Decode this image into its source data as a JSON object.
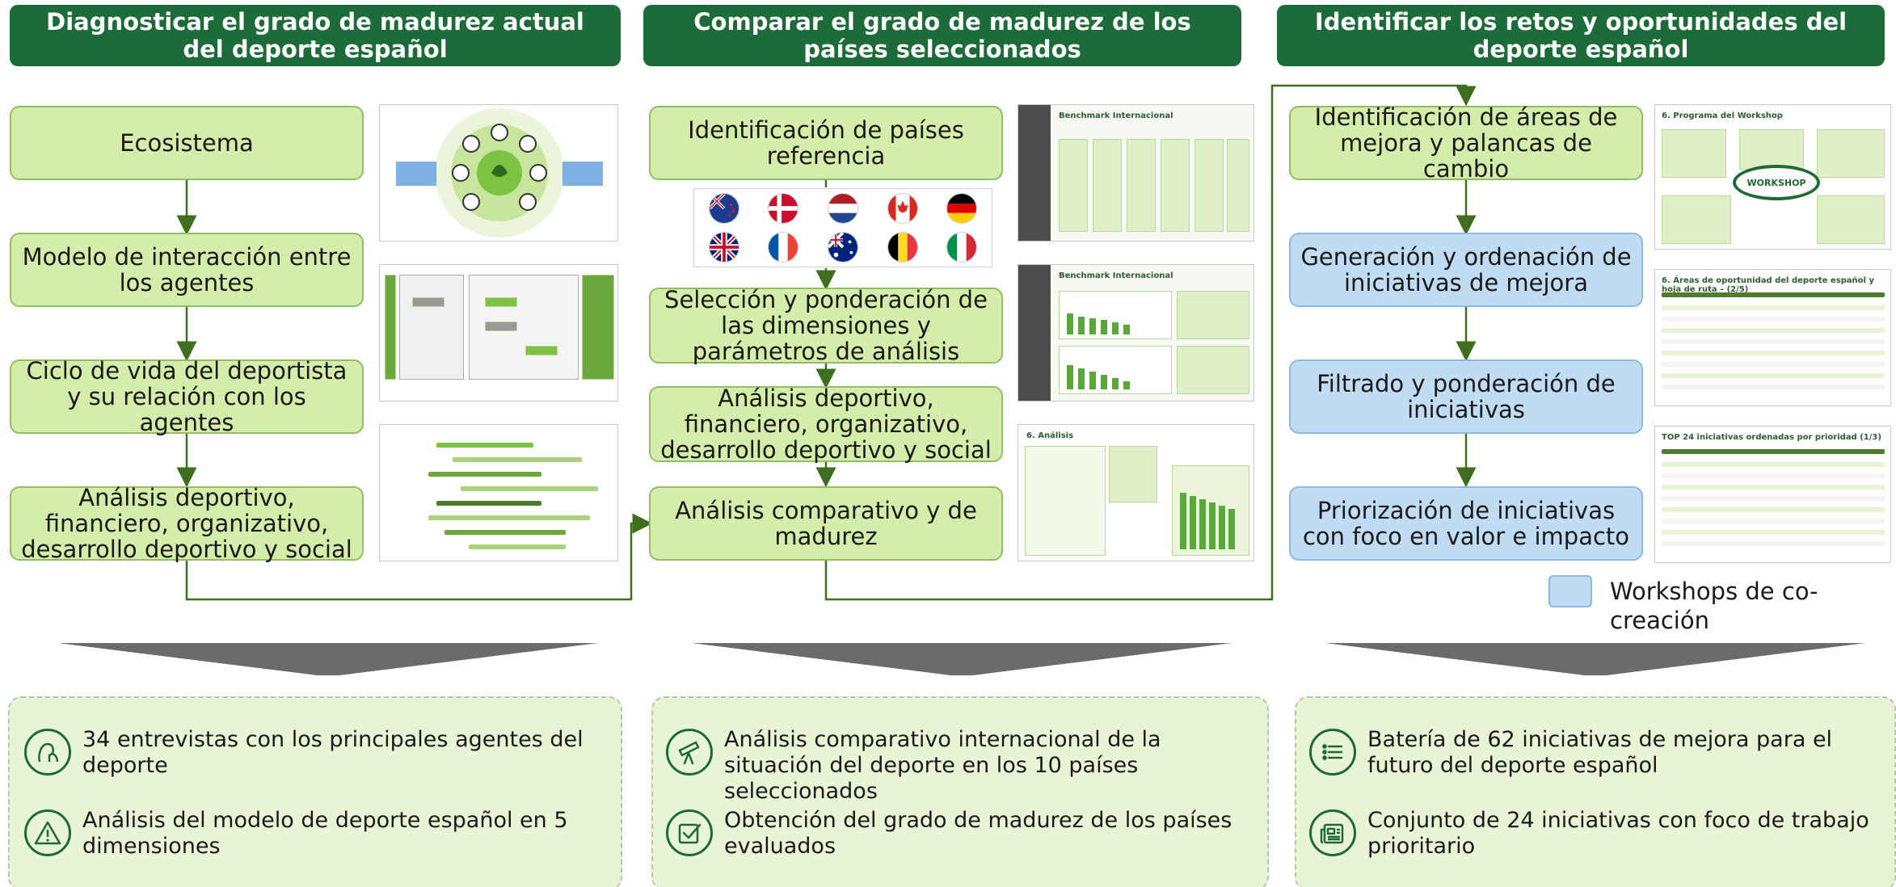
{
  "headers": [
    "Diagnosticar el grado de madurez actual del deporte español",
    "Comparar el grado de madurez de los países seleccionados",
    "Identificar los retos y oportunidades del deporte español"
  ],
  "columns": [
    {
      "steps": [
        {
          "label": "Ecosistema",
          "type": "green"
        },
        {
          "label": "Modelo de interacción entre los agentes",
          "type": "green"
        },
        {
          "label": "Ciclo de vida del deportista y su relación con los agentes",
          "type": "green"
        },
        {
          "label": "Análisis deportivo, financiero, organizativo, desarrollo deportivo y social",
          "type": "green"
        }
      ]
    },
    {
      "steps": [
        {
          "label": "Identificación de países referencia",
          "type": "green"
        },
        {
          "label": "Selección y ponderación de las dimensiones y parámetros de análisis",
          "type": "green"
        },
        {
          "label": "Análisis deportivo, financiero, organizativo, desarrollo deportivo y social",
          "type": "green"
        },
        {
          "label": "Análisis comparativo y de madurez",
          "type": "green"
        }
      ]
    },
    {
      "steps": [
        {
          "label": "Identificación de áreas de mejora y palancas de cambio",
          "type": "green"
        },
        {
          "label": "Generación y ordenación de iniciativas de mejora",
          "type": "blue"
        },
        {
          "label": "Filtrado y ponderación de iniciativas",
          "type": "blue"
        },
        {
          "label": "Priorización de iniciativas con foco en valor e impacto",
          "type": "blue"
        }
      ]
    }
  ],
  "thumbnails": {
    "benchmark_title": "Benchmark Internacional",
    "analisis_title": "6. Análisis",
    "workshop_title": "6. Programa del Workshop",
    "workshop_center": "WORKSHOP",
    "areas_title": "6. Áreas de oportunidad del deporte español y hoja de ruta – (2/5)",
    "top24_title": "TOP 24 iniciativas ordenadas por prioridad (1/3)"
  },
  "flags": [
    "new-zealand",
    "denmark",
    "netherlands",
    "canada",
    "germany",
    "united-kingdom",
    "france",
    "australia",
    "belgium",
    "italy"
  ],
  "legend": {
    "label": "Workshops de co-creación",
    "color": "#bfdcf3"
  },
  "results": [
    {
      "items": [
        {
          "icon": "interview-heads-icon",
          "text": "34 entrevistas con los principales agentes del deporte"
        },
        {
          "icon": "warning-triangle-icon",
          "text": "Análisis del modelo de deporte español en 5 dimensiones"
        }
      ]
    },
    {
      "items": [
        {
          "icon": "telescope-icon",
          "text": "Análisis comparativo internacional de la situación del deporte en los 10 países seleccionados"
        },
        {
          "icon": "checkbox-icon",
          "text": "Obtención del grado de madurez de los países evaluados"
        }
      ]
    },
    {
      "items": [
        {
          "icon": "list-icon",
          "text": "Batería de 62 iniciativas de mejora para el futuro del deporte español"
        },
        {
          "icon": "newspaper-icon",
          "text": "Conjunto de 24 iniciativas con foco de trabajo prioritario"
        }
      ]
    }
  ],
  "colors": {
    "header": "#1d6b38",
    "step_green": "#d4edaa",
    "step_blue": "#bfdcf3",
    "arrow": "#3f6e1f",
    "panel": "#e8f5d5",
    "chevron": "#6b6b6b"
  }
}
